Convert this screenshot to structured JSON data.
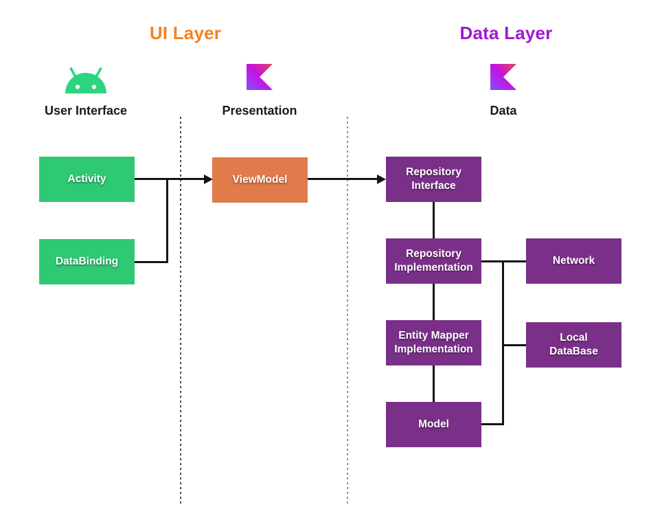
{
  "layers": {
    "ui": {
      "label": "UI Layer",
      "color": "#F5821F"
    },
    "data": {
      "label": "Data Layer",
      "color": "#A018CE"
    }
  },
  "columns": [
    {
      "id": "user-interface",
      "label": "User Interface",
      "icon": "android-icon"
    },
    {
      "id": "presentation",
      "label": "Presentation",
      "icon": "kotlin-icon"
    },
    {
      "id": "data",
      "label": "Data",
      "icon": "kotlin-icon"
    }
  ],
  "nodes": {
    "activity": {
      "label": "Activity",
      "color": "#2FC873"
    },
    "databinding": {
      "label": "DataBinding",
      "color": "#2FC873"
    },
    "viewmodel": {
      "label": "ViewModel",
      "color": "#E07B4B"
    },
    "repository_interface": {
      "label": "Repository\nInterface",
      "color": "#7A3089"
    },
    "repository_implementation": {
      "label": "Repository\nImplementation",
      "color": "#7A3089"
    },
    "network": {
      "label": "Network",
      "color": "#7A3089"
    },
    "entity_mapper_implementation": {
      "label": "Entity Mapper\nImplementation",
      "color": "#7A3089"
    },
    "local_database": {
      "label": "Local\nDataBase",
      "color": "#7A3089"
    },
    "model": {
      "label": "Model",
      "color": "#7A3089"
    }
  },
  "edges": [
    {
      "from": "activity",
      "to": "viewmodel",
      "style": "arrow"
    },
    {
      "from": "databinding",
      "to": "activity_viewmodel_connector",
      "style": "line"
    },
    {
      "from": "viewmodel",
      "to": "repository_interface",
      "style": "arrow"
    },
    {
      "from": "repository_interface",
      "to": "repository_implementation",
      "style": "line"
    },
    {
      "from": "repository_implementation",
      "to": "entity_mapper_implementation",
      "style": "line"
    },
    {
      "from": "entity_mapper_implementation",
      "to": "model",
      "style": "line"
    },
    {
      "from": "repository_implementation",
      "to": "network",
      "style": "line"
    },
    {
      "from": "repository_implementation",
      "to": "local_database",
      "style": "line"
    },
    {
      "from": "repository_implementation",
      "to": "model",
      "style": "line"
    }
  ],
  "icons": {
    "android_green": "#2FD57E",
    "kotlin_gradient": [
      "#E44857",
      "#C711E1",
      "#7F52FF"
    ],
    "divider_style": "dotted"
  }
}
